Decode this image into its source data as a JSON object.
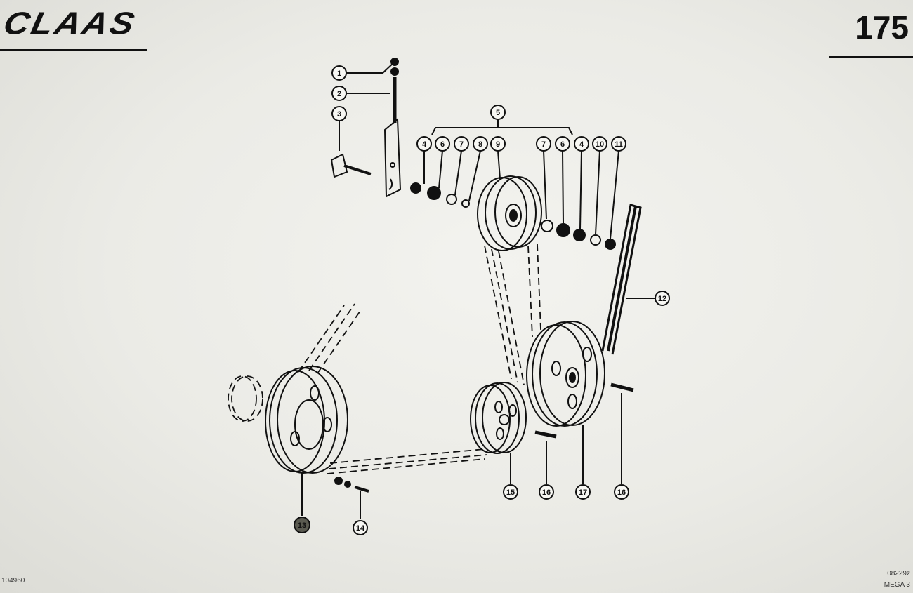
{
  "header": {
    "brand": "CLAAS",
    "page_number": "175"
  },
  "footer": {
    "left_code": "104960",
    "right_code": "08229z",
    "right_model": "MEGA 3"
  },
  "callouts": [
    {
      "id": "c1",
      "label": "1"
    },
    {
      "id": "c2",
      "label": "2"
    },
    {
      "id": "c3",
      "label": "3"
    },
    {
      "id": "c5",
      "label": "5"
    },
    {
      "id": "c4a",
      "label": "4"
    },
    {
      "id": "c6a",
      "label": "6"
    },
    {
      "id": "c7a",
      "label": "7"
    },
    {
      "id": "c8",
      "label": "8"
    },
    {
      "id": "c9",
      "label": "9"
    },
    {
      "id": "c7b",
      "label": "7"
    },
    {
      "id": "c6b",
      "label": "6"
    },
    {
      "id": "c4b",
      "label": "4"
    },
    {
      "id": "c10",
      "label": "10"
    },
    {
      "id": "c11",
      "label": "11"
    },
    {
      "id": "c12",
      "label": "12"
    },
    {
      "id": "c13",
      "label": "13"
    },
    {
      "id": "c14",
      "label": "14"
    },
    {
      "id": "c15",
      "label": "15"
    },
    {
      "id": "c16a",
      "label": "16"
    },
    {
      "id": "c17",
      "label": "17"
    },
    {
      "id": "c16b",
      "label": "16"
    }
  ],
  "colors": {
    "ink": "#111111",
    "paper": "#efefea"
  }
}
